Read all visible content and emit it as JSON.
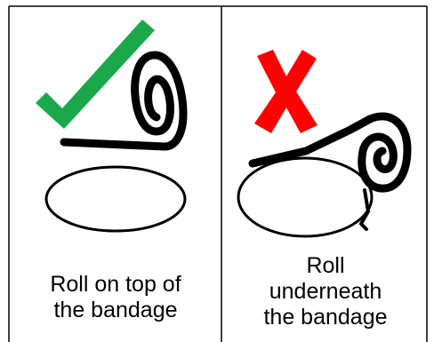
{
  "panels": [
    {
      "verdict": "correct",
      "caption": [
        "Roll on top of",
        "the bandage"
      ],
      "mark_color": "#1aa84a"
    },
    {
      "verdict": "incorrect",
      "caption": [
        "Roll",
        "underneath",
        "the bandage"
      ],
      "mark_color": "#ff0000"
    }
  ]
}
